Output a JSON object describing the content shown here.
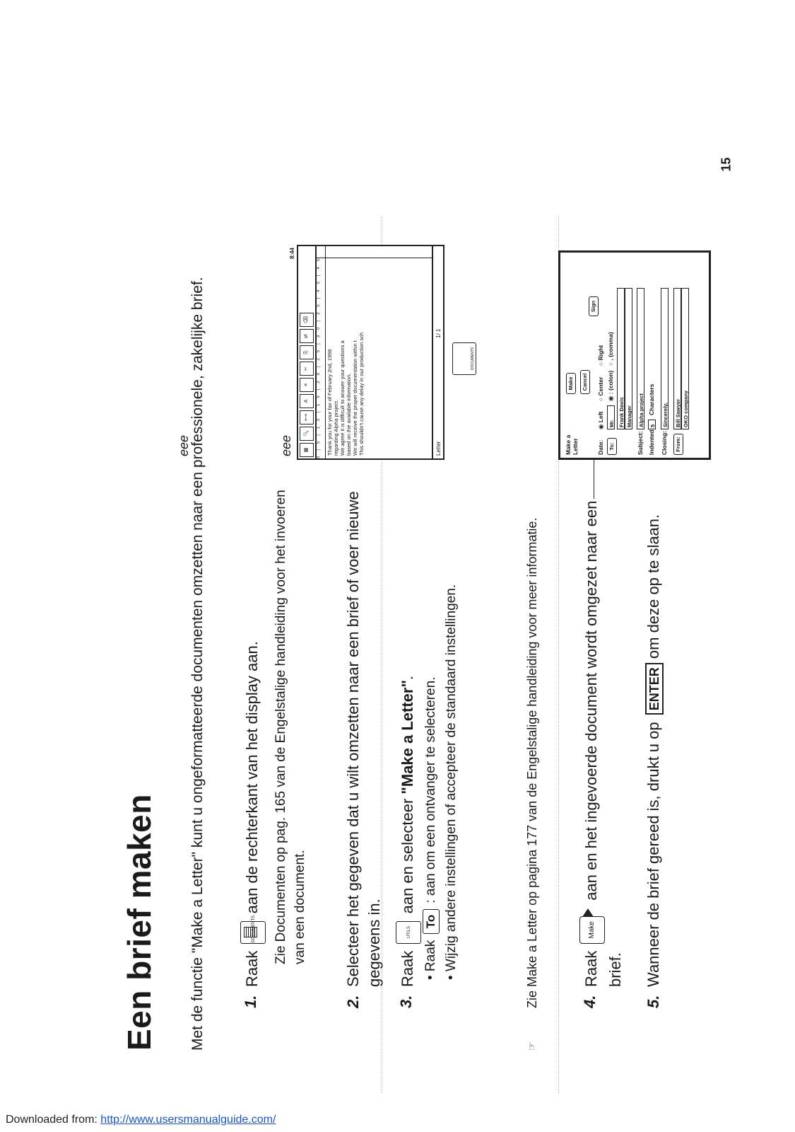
{
  "heading": "Een brief maken",
  "intro": "Met de functie \"Make a Letter\" kunt u ongeformatteerde documenten omzetten naar een professionele, zakelijke brief.",
  "steps": [
    {
      "num": "1.",
      "pre": "Raak",
      "icon": "DOCUMENTS",
      "post": "aan de rechterkant van het display aan.",
      "sub": "Zie Documenten op pag. 165 van de Engelstalige handleiding voor het invoeren van een document."
    },
    {
      "num": "2.",
      "text": "Selecteer het gegeven dat u wilt omzetten naar een brief of voer nieuwe gegevens in."
    },
    {
      "num": "3.",
      "pre": "Raak",
      "icon": "UTILS",
      "mid": "aan en selecteer",
      "bold": "\"Make a Letter\"",
      "end": ".",
      "bullet1_pre": "• Raak",
      "bullet1_btn": "To",
      "bullet1_post": ": aan om een ontvanger te selecteren.",
      "bullet2": "• Wijzig andere instellingen of accepteer de standaard instellingen."
    },
    {
      "num": "4.",
      "pre": "Raak",
      "icon": "Make",
      "post": "aan en het ingevoerde document wordt omgezet naar een brief."
    },
    {
      "num": "5.",
      "pre": "Wanneer de brief gereed is, drukt u op",
      "key": "ENTER",
      "post": "om deze op te slaan."
    }
  ],
  "note": "Zie Make a Letter op pagina 177 van de Engelstalige handleiding voor meer informatie.",
  "page_number": "15",
  "footer_prefix": "Downloaded from: ",
  "footer_link": "http://www.usersmanualguide.com/",
  "screen1": {
    "time": "8:44",
    "body_lines": [
      "Thank you for your fax of February 2nd, 1996",
      "regarding Alpha project.",
      "We agree it is difficult to answer your questions a",
      "based on the available information.",
      "We will receive the proper documentation within t",
      "This shouldn't cause any delay in our production sch"
    ],
    "status_left": "Letter",
    "status_right": "1/ 1",
    "tab_label": "DOCUMENTS",
    "eee": "eee"
  },
  "screen2": {
    "title": "Make a Letter",
    "make": "Make",
    "cancel": "Cancel",
    "sign": "Sign",
    "date": "Date:",
    "to": "To:",
    "left": "Left",
    "center": "Center",
    "right": "Right",
    "mr": "Mr.",
    "colon": ": (colon)",
    "comma": ", (comma)",
    "name": "Frank Davis",
    "title_field": "Manager",
    "subject_label": "Subject:",
    "subject": "Alpha project",
    "indented_label": "Indented:",
    "indented_value": "5",
    "characters": "Characters",
    "closing_label": "Closing:",
    "closing": "Sincerely,",
    "from": "From:",
    "from_name": "Bill Sawyer",
    "from_company": "OKO company"
  }
}
